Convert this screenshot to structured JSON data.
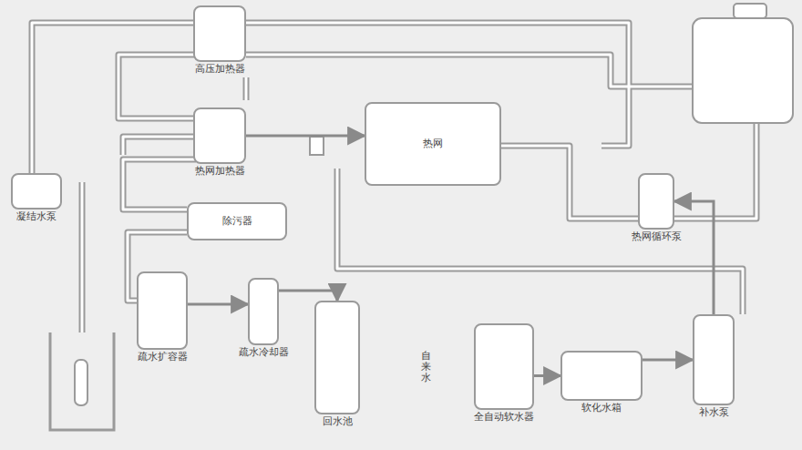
{
  "diagram": {
    "nodes": [
      {
        "text": [
          "高压加热器"
        ]
      },
      {
        "text": [
          "热网加热器"
        ]
      },
      {
        "text": [
          "热网"
        ]
      },
      {
        "text": [
          "热网循环泵"
        ]
      },
      {
        "text": [
          "除污器"
        ]
      },
      {
        "text": [
          "凝结水泵"
        ]
      },
      {
        "text": [
          "疏水扩容器"
        ]
      },
      {
        "text": [
          "疏水冷却器"
        ]
      },
      {
        "text": [
          "回水池"
        ]
      },
      {
        "text": [
          "全自动软水器"
        ]
      },
      {
        "text": [
          "软化水箱"
        ]
      },
      {
        "text": [
          "补水泵"
        ]
      }
    ],
    "edges": [
      {
        "from": 1,
        "to": 2,
        "arrow": "to"
      },
      {
        "from": 6,
        "to": 7,
        "arrow": "to"
      },
      {
        "from": 7,
        "to": 8,
        "arrow": "to"
      },
      {
        "from": 9,
        "to": 10,
        "arrow": "to"
      },
      {
        "from": 10,
        "to": 11,
        "arrow": "to"
      },
      {
        "from": 11,
        "to": 3,
        "arrow": "to"
      }
    ],
    "labels": [
      "自来水"
    ]
  }
}
